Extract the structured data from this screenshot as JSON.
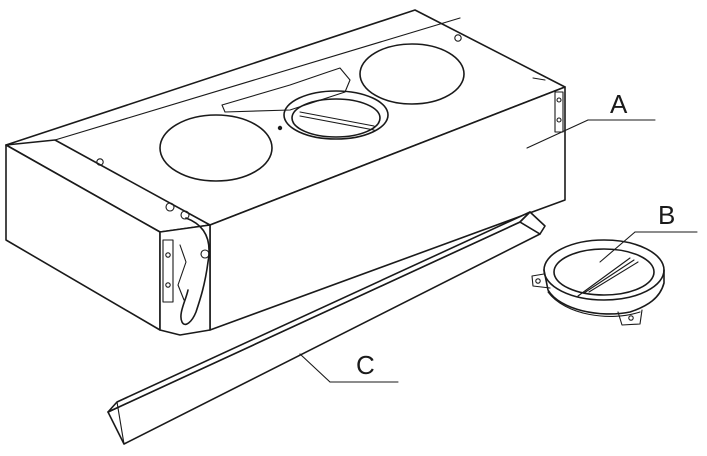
{
  "callouts": [
    {
      "id": "A",
      "text": "A",
      "part": "range-hood-body"
    },
    {
      "id": "B",
      "text": "B",
      "part": "damper-flange"
    },
    {
      "id": "C",
      "text": "C",
      "part": "trim-strip"
    }
  ],
  "colors": {
    "line": "#1a1a1a",
    "background": "#ffffff"
  }
}
